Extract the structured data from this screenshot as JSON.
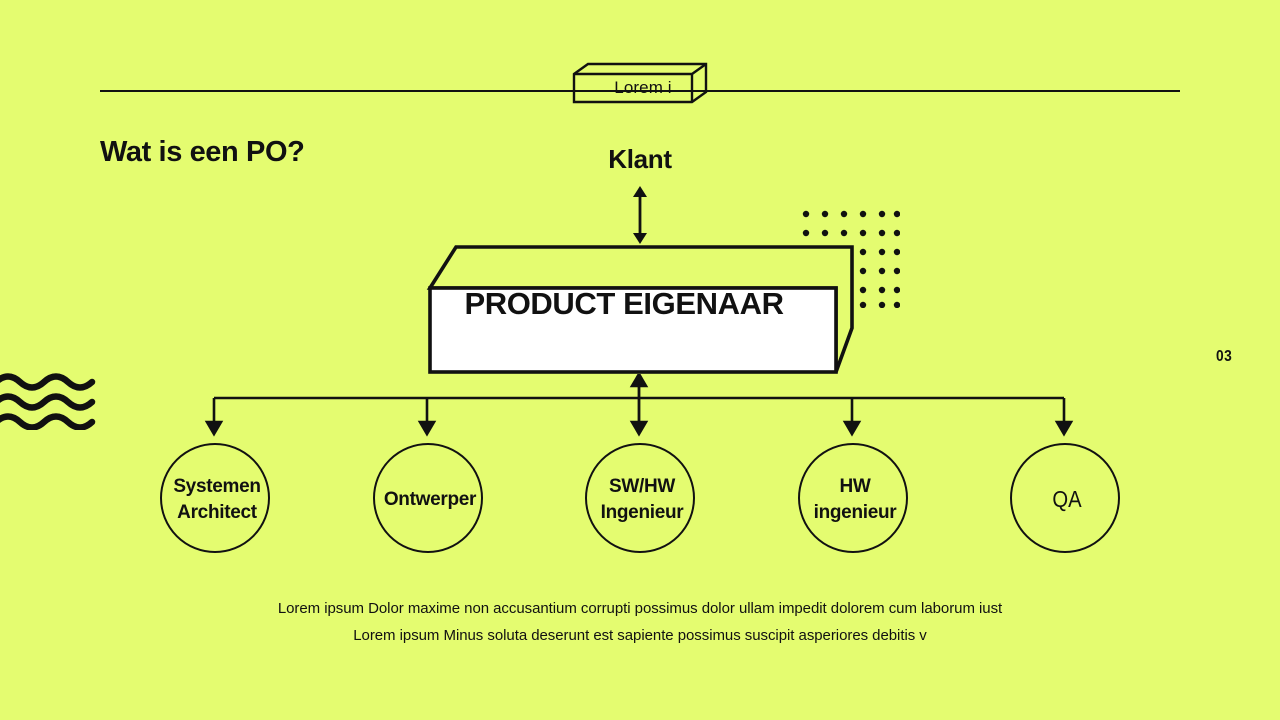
{
  "background_color": "#e4fc70",
  "ink_color": "#111111",
  "header": {
    "badge_label": "Lorem i"
  },
  "title": "Wat is een PO?",
  "page_number": "03",
  "diagram": {
    "top_node_label": "Klant",
    "main_node_label": "PRODUCT EIGENAAR",
    "roles": [
      {
        "line1": "Systemen",
        "line2": "Architect"
      },
      {
        "line1": "Ontwerper",
        "line2": ""
      },
      {
        "line1": "SW/HW",
        "line2": "Ingenieur"
      },
      {
        "line1": "HW",
        "line2": "ingenieur"
      },
      {
        "line1": "QA",
        "line2": ""
      }
    ]
  },
  "caption": {
    "line1": "Lorem ipsum Dolor maxime non accusantium corrupti possimus dolor ullam impedit dolorem cum laborum iust",
    "line2": "Lorem ipsum Minus soluta deserunt est sapiente possimus suscipit asperiores debitis v"
  },
  "icons": {
    "dot_grid": "dot-grid-decoration",
    "waves": "wavy-lines-decoration",
    "arrow_up_down": "double-arrow-vertical"
  }
}
